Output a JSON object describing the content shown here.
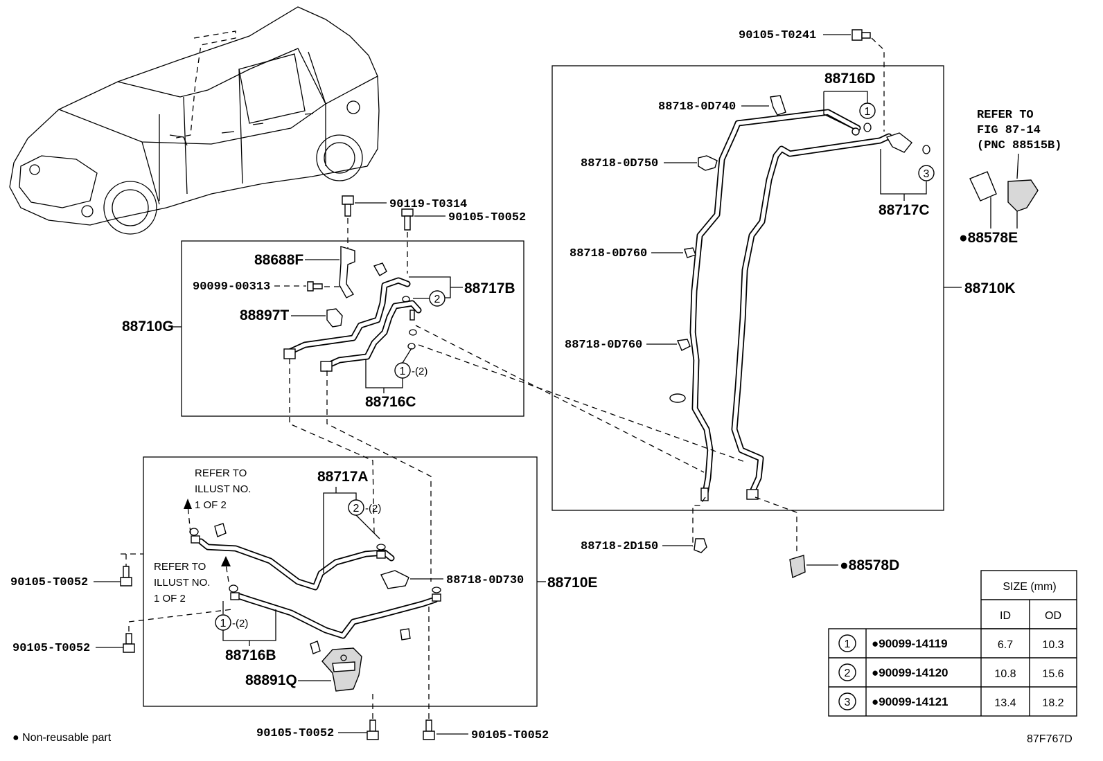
{
  "labels": {
    "p90105_T0241": "90105-T0241",
    "p88716D": "88716D",
    "p88718_0D740": "88718-0D740",
    "p88718_0D750": "88718-0D750",
    "p88717C": "88717C",
    "refer_top_1": "REFER TO",
    "refer_top_2": "FIG 87-14",
    "refer_top_3": "(PNC 88515B)",
    "p88578E": "●88578E",
    "p88718_0D760_a": "88718-0D760",
    "p88718_0D760_b": "88718-0D760",
    "p88710K": "88710K",
    "p90119_T0314": "90119-T0314",
    "p90105_T0052_mid": "90105-T0052",
    "p88688F": "88688F",
    "p90099_00313": "90099-00313",
    "p88717B": "88717B",
    "p88710G": "88710G",
    "p88897T": "88897T",
    "p88716C": "88716C",
    "qty_2": "-(2)",
    "p88717A": "88717A",
    "refer_a_1": "REFER TO",
    "refer_a_2": "ILLUST NO.",
    "refer_a_3": "1 OF 2",
    "refer_b_1": "REFER TO",
    "refer_b_2": "ILLUST NO.",
    "refer_b_3": "1 OF 2",
    "p90105_T0052_left1": "90105-T0052",
    "p90105_T0052_left2": "90105-T0052",
    "p88718_0D730": "88718-0D730",
    "p88710E": "88710E",
    "p88716B": "88716B",
    "p88891Q": "88891Q",
    "p90105_T0052_bot1": "90105-T0052",
    "p90105_T0052_bot2": "90105-T0052",
    "p88718_2D150": "88718-2D150",
    "p88578D": "●88578D",
    "legend": "● Non-reusable part",
    "code": "87F767D"
  },
  "markers": {
    "m1": "1",
    "m2": "2",
    "m3": "3"
  },
  "size_table": {
    "header": "SIZE (mm)",
    "col_id": "ID",
    "col_od": "OD",
    "rows": [
      {
        "num": "1",
        "part": "●90099-14119",
        "id": "6.7",
        "od": "10.3"
      },
      {
        "num": "2",
        "part": "●90099-14120",
        "id": "10.8",
        "od": "15.6"
      },
      {
        "num": "3",
        "part": "●90099-14121",
        "id": "13.4",
        "od": "18.2"
      }
    ]
  }
}
